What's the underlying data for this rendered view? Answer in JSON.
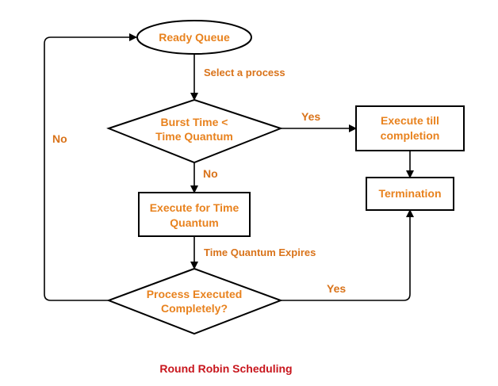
{
  "nodes": {
    "ready_queue": "Ready Queue",
    "burst_decision": [
      "Burst Time <",
      "Time Quantum"
    ],
    "execute_quantum": [
      "Execute for Time",
      "Quantum"
    ],
    "process_decision": [
      "Process Executed",
      "Completely?"
    ],
    "execute_completion": [
      "Execute till",
      "completion"
    ],
    "termination": "Termination"
  },
  "edges": {
    "select_process": "Select a process",
    "burst_yes": "Yes",
    "burst_no": "No",
    "quantum_expires": "Time Quantum Expires",
    "process_yes": "Yes",
    "process_no": "No"
  },
  "caption": "Round Robin Scheduling",
  "colors": {
    "node_text": "#e8821e",
    "edge_label": "#d9731a",
    "caption": "#c8161d",
    "stroke": "#000000"
  }
}
